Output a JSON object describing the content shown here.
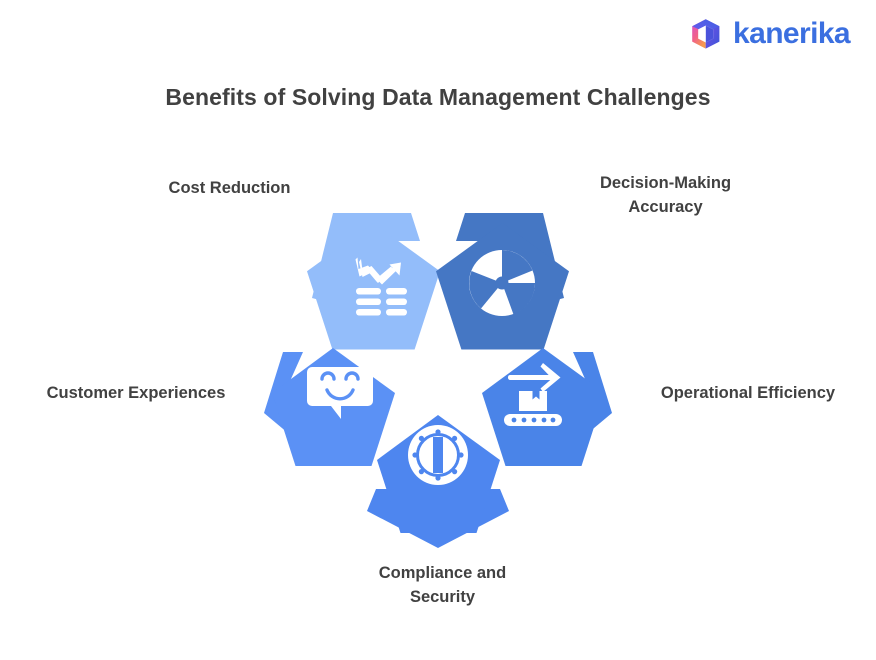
{
  "brand": {
    "name": "kanerika",
    "logo_icon": "cube-logo-icon",
    "text_color": "#3b6fe0",
    "cube_gradient_from": "#f0608a",
    "cube_gradient_to": "#4a3fd8"
  },
  "header": {
    "title": "Benefits of Solving Data Management Challenges",
    "title_color": "#414141"
  },
  "diagram": {
    "type": "pentagon-cluster-infographic",
    "node_count": 5,
    "nodes": [
      {
        "id": "cost-reduction",
        "label": "Cost Reduction",
        "icon": "declining-chart-icon",
        "fill": "#93bdfa",
        "bracket_fill": "#93bdfa",
        "position": "top-left"
      },
      {
        "id": "decision-making-accuracy",
        "label": "Decision-Making\nAccuracy",
        "icon": "pie-chart-icon",
        "fill": "#4577c4",
        "bracket_fill": "#4577c4",
        "position": "top-right"
      },
      {
        "id": "customer-experiences",
        "label": "Customer Experiences",
        "icon": "smiling-chat-bubble-icon",
        "fill": "#5b91f5",
        "bracket_fill": "#5b91f5",
        "position": "left"
      },
      {
        "id": "operational-efficiency",
        "label": "Operational Efficiency",
        "icon": "conveyor-belt-arrow-icon",
        "fill": "#4a84e8",
        "bracket_fill": "#4a84e8",
        "position": "right"
      },
      {
        "id": "compliance-and-security",
        "label": "Compliance and\nSecurity",
        "icon": "vault-door-icon",
        "fill": "#4e86ef",
        "bracket_fill": "#4e86ef",
        "position": "bottom"
      }
    ]
  },
  "palette": {
    "background": "#ffffff",
    "text": "#414141",
    "light_blue": "#93bdfa",
    "mid_blue": "#5b91f5",
    "dark_blue": "#4577c4",
    "icon_white": "#ffffff"
  }
}
